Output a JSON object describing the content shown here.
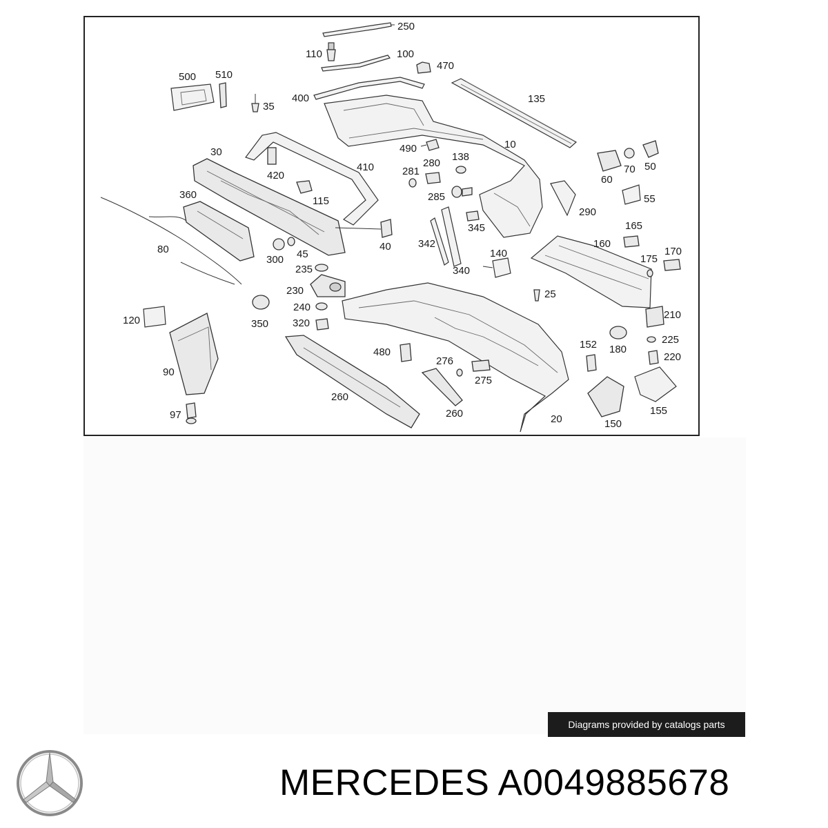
{
  "diagram": {
    "callouts": {
      "p250": "250",
      "p110": "110",
      "p100": "100",
      "p470": "470",
      "p500": "500",
      "p510": "510",
      "p400": "400",
      "p35": "35",
      "p135": "135",
      "p30": "30",
      "p490": "490",
      "p10": "10",
      "p420": "420",
      "p410": "410",
      "p281": "281",
      "p280": "280",
      "p138": "138",
      "p60": "60",
      "p70": "70",
      "p50": "50",
      "p360": "360",
      "p115": "115",
      "p285": "285",
      "p55": "55",
      "p290": "290",
      "p345": "345",
      "p165": "165",
      "p40": "40",
      "p342": "342",
      "p140": "140",
      "p160": "160",
      "p170": "170",
      "p80": "80",
      "p300": "300",
      "p45": "45",
      "p175": "175",
      "p235": "235",
      "p340": "340",
      "p230": "230",
      "p25": "25",
      "p240": "240",
      "p120": "120",
      "p350": "350",
      "p320": "320",
      "p210": "210",
      "p225": "225",
      "p180": "180",
      "p480": "480",
      "p152": "152",
      "p276": "276",
      "p220": "220",
      "p90": "90",
      "p275": "275",
      "p260a": "260",
      "p260b": "260",
      "p155": "155",
      "p97": "97",
      "p20": "20",
      "p150": "150"
    }
  },
  "credit": "Diagrams provided by catalogs parts",
  "brand": {
    "logo_icon": "mercedes-star-icon"
  },
  "caption": "MERCEDES A0049885678"
}
